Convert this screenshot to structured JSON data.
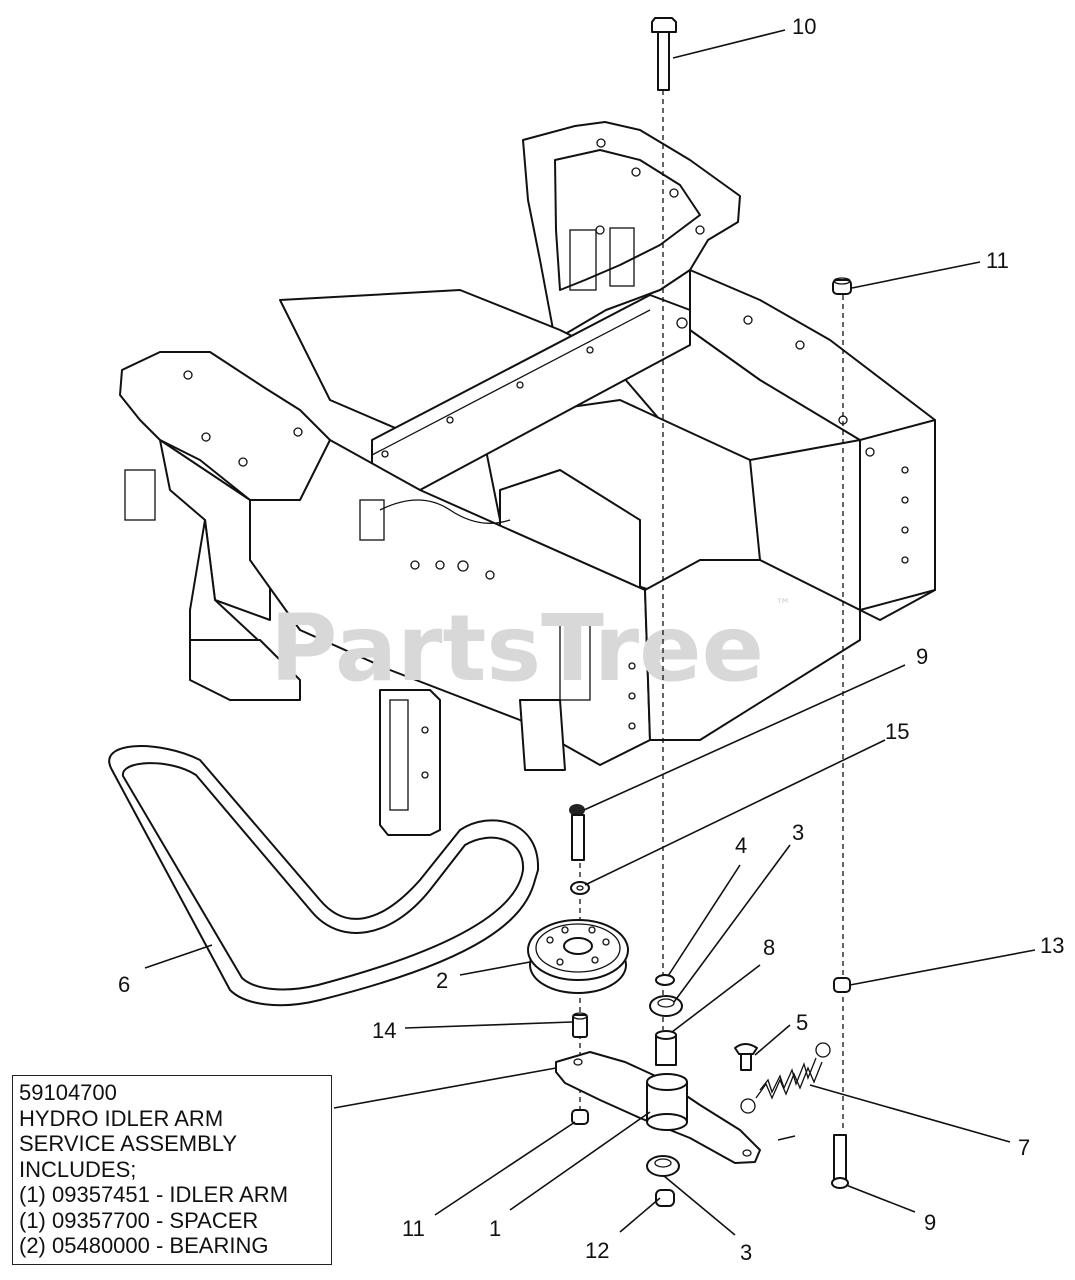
{
  "watermark": {
    "text": "PartsTree",
    "tm": "™"
  },
  "callouts": {
    "c10": "10",
    "c11_top": "11",
    "c9_top": "9",
    "c15": "15",
    "c4": "4",
    "c3_top": "3",
    "c8": "8",
    "c13": "13",
    "c6": "6",
    "c2": "2",
    "c5": "5",
    "c14": "14",
    "c7": "7",
    "c11_bottom": "11",
    "c1": "1",
    "c12": "12",
    "c3_bottom": "3",
    "c9_bottom": "9"
  },
  "info_box": {
    "lines": [
      "59104700",
      "HYDRO IDLER ARM",
      "SERVICE ASSEMBLY",
      "INCLUDES;",
      "(1) 09357451 - IDLER ARM",
      "(1) 09357700 - SPACER",
      "(2) 05480000 - BEARING"
    ]
  }
}
